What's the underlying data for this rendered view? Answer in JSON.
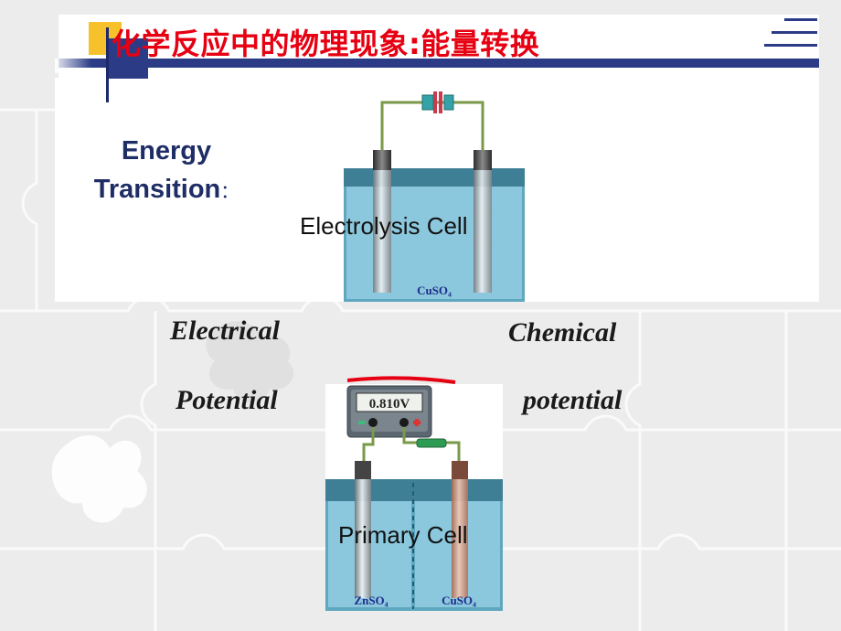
{
  "slide": {
    "title": "化学反应中的物理现象:能量转换",
    "energy_label": [
      "Energy",
      "Transition"
    ],
    "energy_colon": "："
  },
  "terms": {
    "electrical": "Electrical",
    "potential": "Potential",
    "chemical": "Chemical",
    "potential_lower": "potential"
  },
  "electrolysis_cell": {
    "caption": "Electrolysis Cell",
    "solution": "CuSO₄"
  },
  "primary_cell": {
    "caption": "Primary Cell",
    "voltmeter": "0.810V",
    "left_solution": "ZnSO₄",
    "right_solution": "CuSO₄"
  },
  "colors": {
    "title": "#e60012",
    "navy": "#2b3b86",
    "accent_yellow": "#f6c12a",
    "liquid": "#7fbfd8"
  }
}
